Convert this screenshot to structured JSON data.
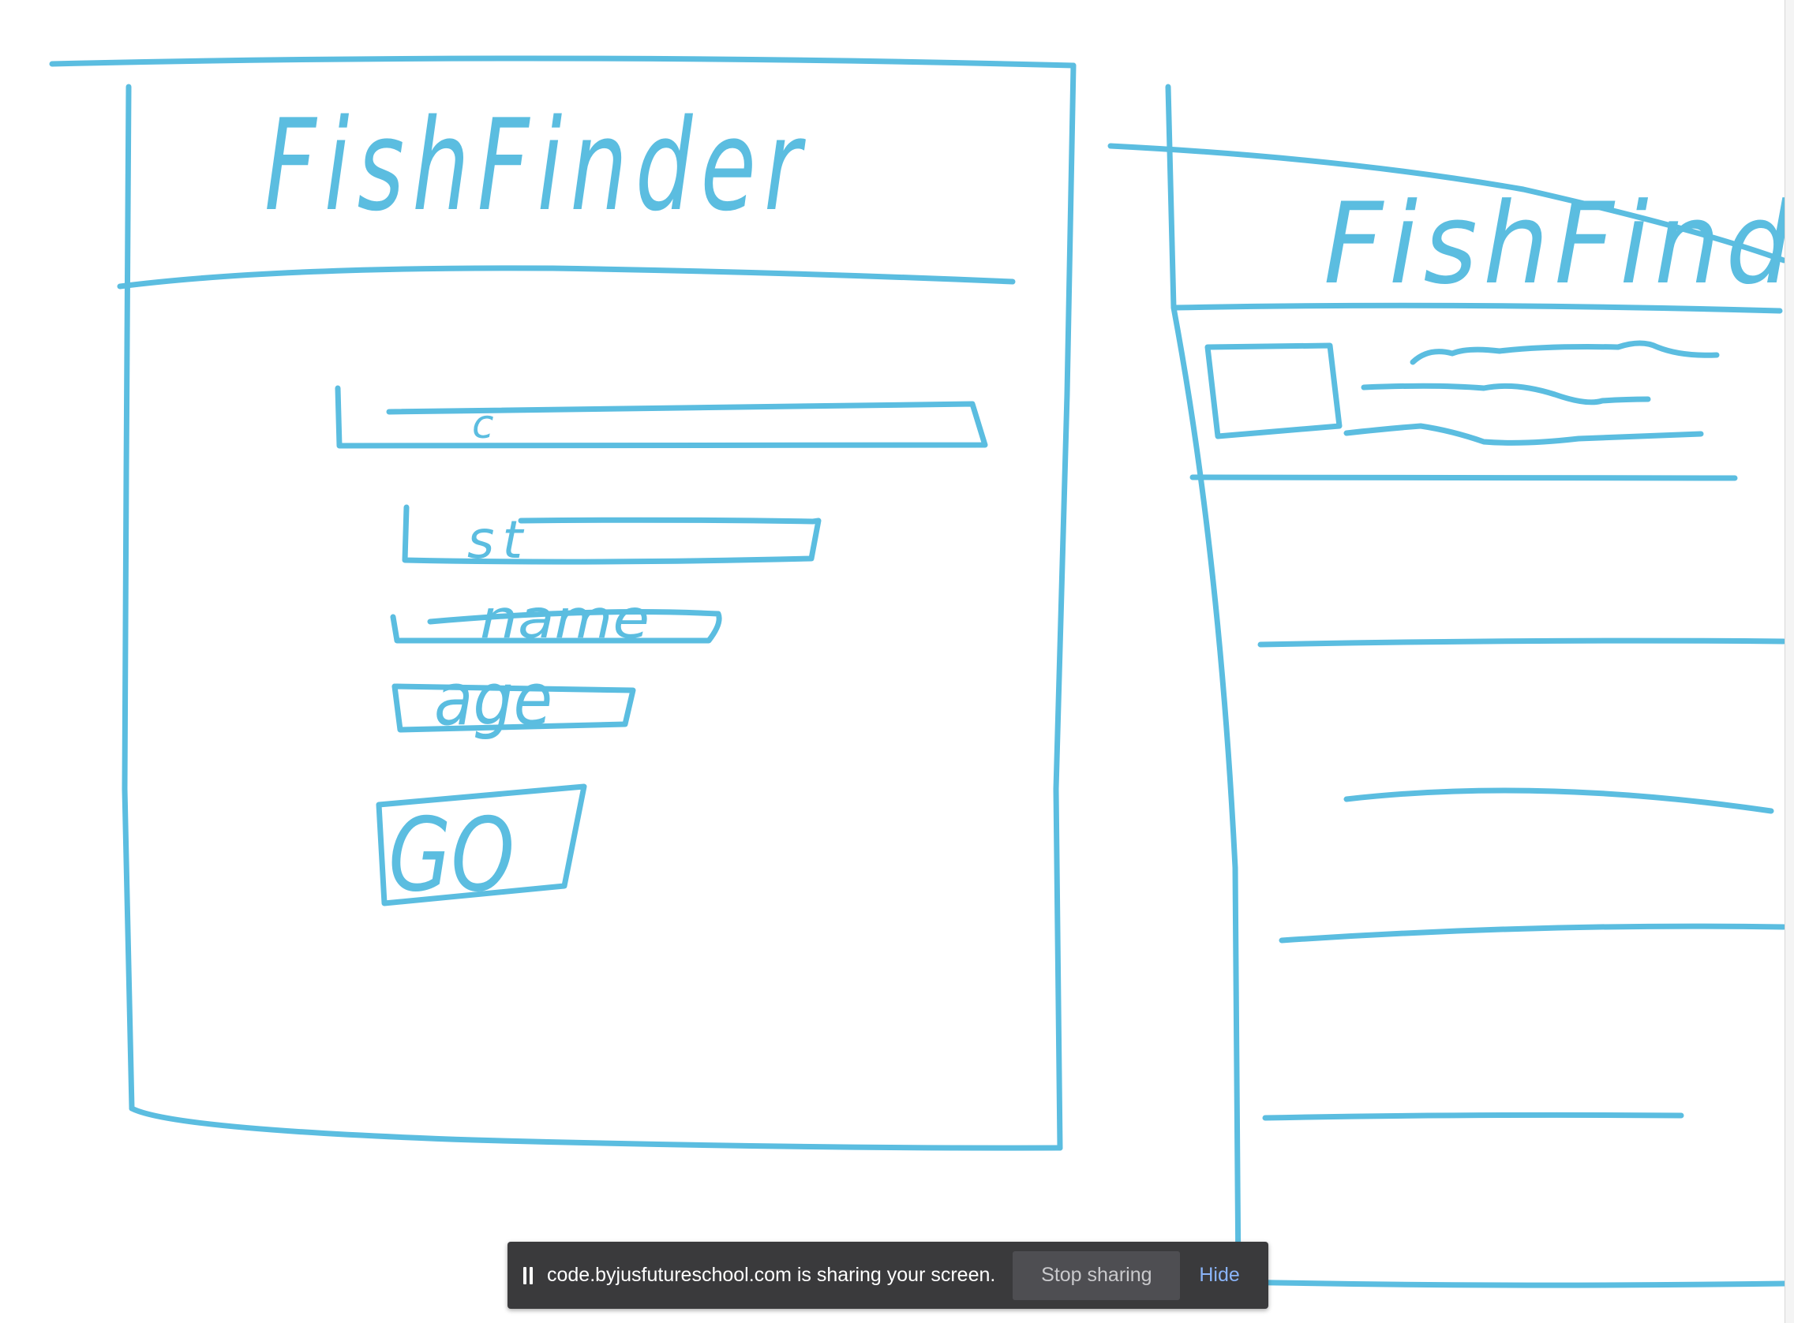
{
  "sketch": {
    "ink_color": "#5bbde0",
    "left_title": "FishFinder",
    "right_title": "FishFind",
    "search_field_label": "c",
    "field_1_label": "st",
    "field_2_label": "name",
    "field_3_label": "age",
    "go_button_label": "GO"
  },
  "share_bar": {
    "message": "code.byjusfutureschool.com is sharing your screen.",
    "stop_label": "Stop sharing",
    "hide_label": "Hide",
    "icon": "pause-icon",
    "background": "#3a3a3c",
    "link_color": "#8ab4f8"
  }
}
